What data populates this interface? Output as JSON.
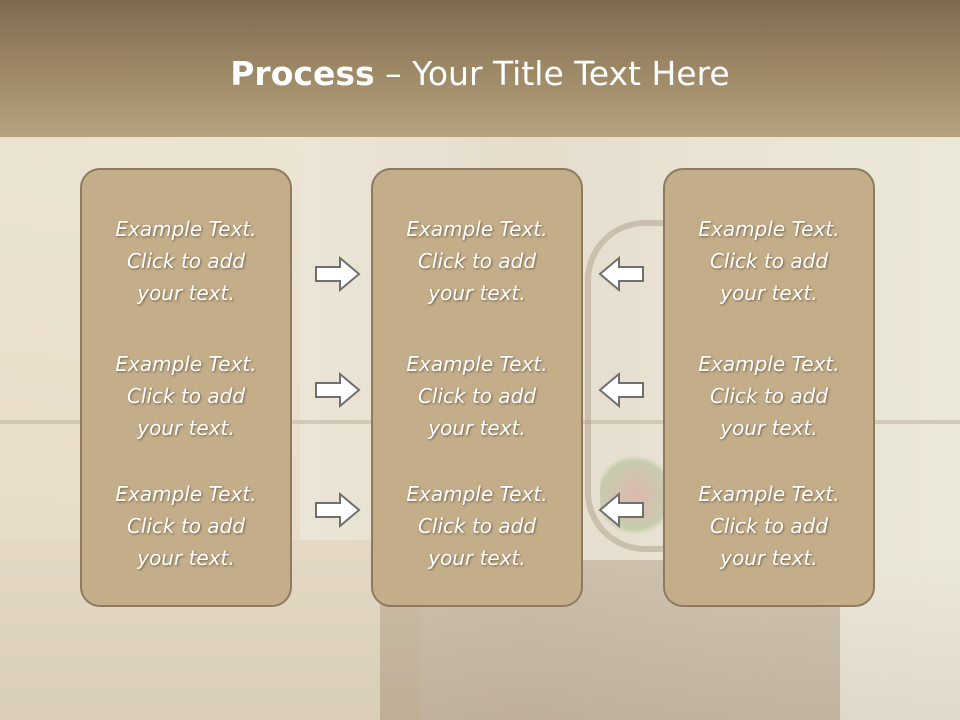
{
  "slide": {
    "title_bold": "Process",
    "title_rest": " – Your Title Text Here"
  },
  "columns": [
    {
      "items": [
        {
          "line1": "Example Text.",
          "line2": "Click  to add",
          "line3": "your text."
        },
        {
          "line1": "Example Text.",
          "line2": "Click  to add",
          "line3": "your text."
        },
        {
          "line1": "Example Text.",
          "line2": "Click  to add",
          "line3": "your text."
        }
      ]
    },
    {
      "items": [
        {
          "line1": "Example Text.",
          "line2": "Click  to add",
          "line3": "your text."
        },
        {
          "line1": "Example Text.",
          "line2": "Click  to add",
          "line3": "your text."
        },
        {
          "line1": "Example Text.",
          "line2": "Click  to add",
          "line3": "your text."
        }
      ]
    },
    {
      "items": [
        {
          "line1": "Example Text.",
          "line2": "Click  to add",
          "line3": "your text."
        },
        {
          "line1": "Example Text.",
          "line2": "Click  to add",
          "line3": "your text."
        },
        {
          "line1": "Example Text.",
          "line2": "Click  to add",
          "line3": "your text."
        }
      ]
    }
  ],
  "arrows": {
    "left_group": "arrow-right-icon",
    "right_group": "arrow-left-icon"
  },
  "colors": {
    "header": "#9f8a68",
    "box_fill": "#c4ae8a",
    "box_border": "#8e7b5f",
    "text": "#ffffff"
  }
}
